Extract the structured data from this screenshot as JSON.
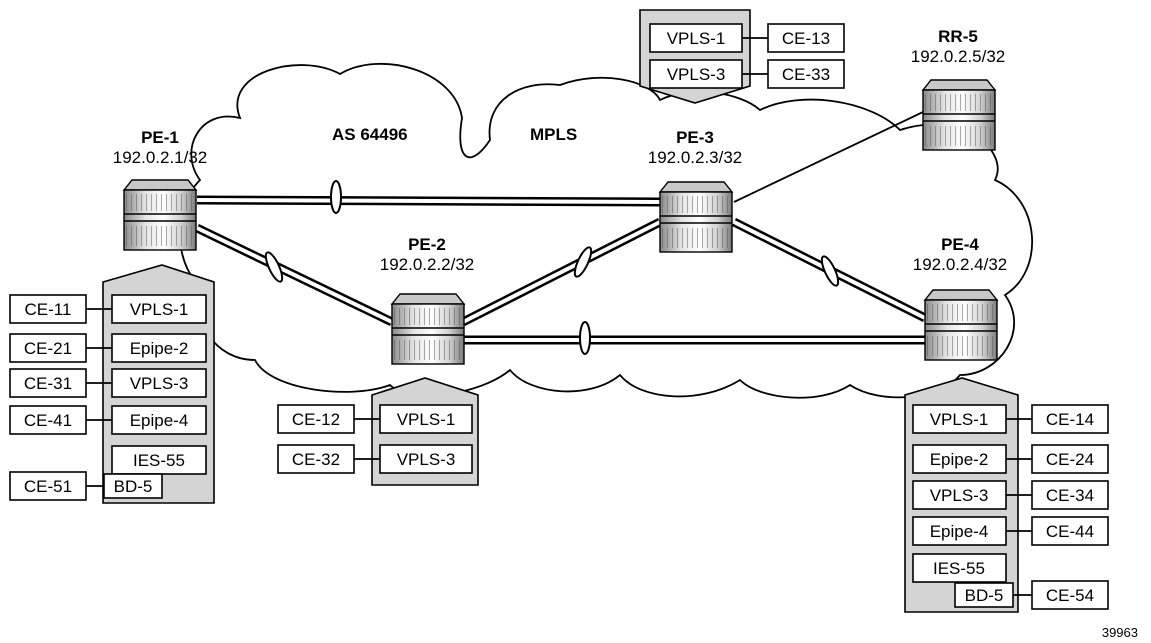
{
  "cloud": {
    "as_label": "AS 64496",
    "mpls_label": "MPLS"
  },
  "routers": {
    "pe1": {
      "name": "PE-1",
      "address": "192.0.2.1/32"
    },
    "pe2": {
      "name": "PE-2",
      "address": "192.0.2.2/32"
    },
    "pe3": {
      "name": "PE-3",
      "address": "192.0.2.3/32"
    },
    "pe4": {
      "name": "PE-4",
      "address": "192.0.2.4/32"
    },
    "rr5": {
      "name": "RR-5",
      "address": "192.0.2.5/32"
    }
  },
  "pe1_services": {
    "services": [
      "VPLS-1",
      "Epipe-2",
      "VPLS-3",
      "Epipe-4",
      "IES-55"
    ],
    "ces": [
      "CE-11",
      "CE-21",
      "CE-31",
      "CE-41"
    ],
    "bd": "BD-5",
    "bd_ce": "CE-51"
  },
  "pe2_services": {
    "services": [
      "VPLS-1",
      "VPLS-3"
    ],
    "ces": [
      "CE-12",
      "CE-32"
    ]
  },
  "pe3_services": {
    "services": [
      "VPLS-1",
      "VPLS-3"
    ],
    "ces": [
      "CE-13",
      "CE-33"
    ]
  },
  "pe4_services": {
    "services": [
      "VPLS-1",
      "Epipe-2",
      "VPLS-3",
      "Epipe-4",
      "IES-55"
    ],
    "ces": [
      "CE-14",
      "CE-24",
      "CE-34",
      "CE-44"
    ],
    "bd": "BD-5",
    "bd_ce": "CE-54"
  },
  "figure_id": "39963"
}
